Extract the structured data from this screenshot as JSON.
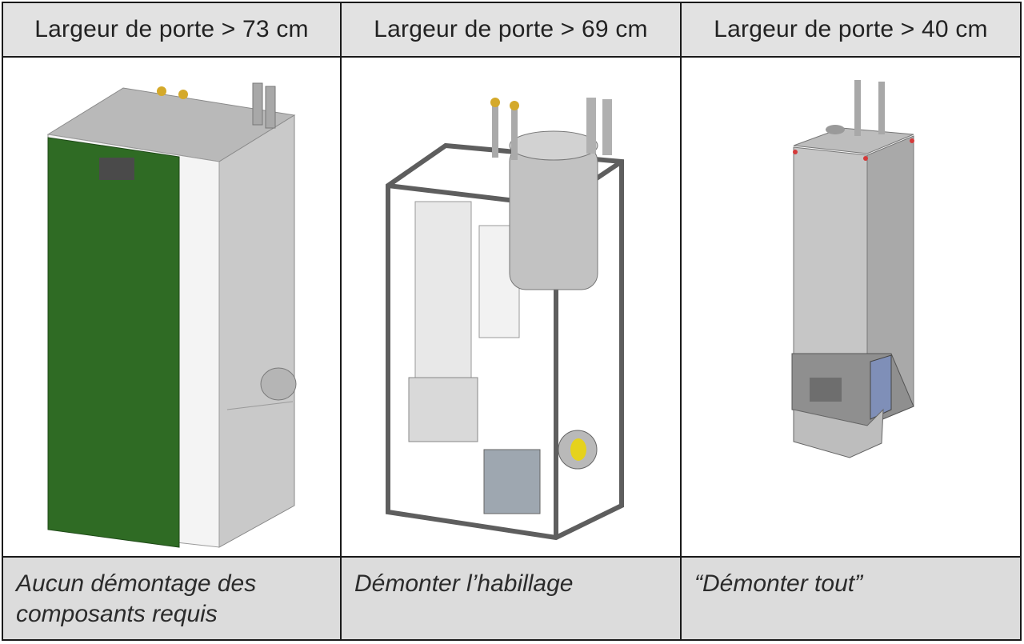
{
  "columns": [
    {
      "header": "Largeur de porte > 73 cm",
      "caption": "Aucun démontage des composants requis"
    },
    {
      "header": "Largeur de porte > 69 cm",
      "caption": "Démonter l’habillage"
    },
    {
      "header": "Largeur de porte > 40 cm",
      "caption": "“Démonter tout”"
    }
  ],
  "colors": {
    "header_bg": "#e2e2e2",
    "caption_bg": "#dcdcdc",
    "green_panel": "#2f6b24",
    "frame": "#5e5e5e"
  }
}
